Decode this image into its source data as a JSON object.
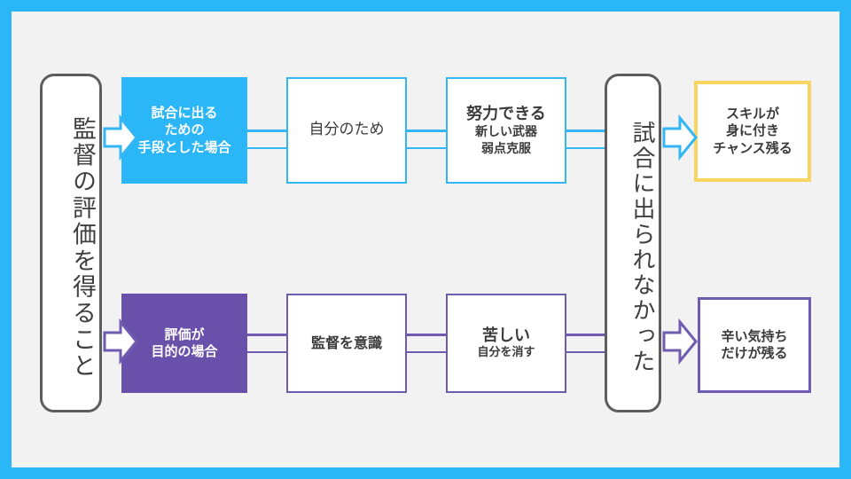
{
  "diagram": {
    "title": "監督の評価を得ること 2分岐フロー図",
    "frame_color": "#2bb6f7",
    "canvas_color": "#f2f2f2",
    "accent_blue": "#2bb6f7",
    "accent_purple": "#6950aa",
    "accent_gold": "#f8d561",
    "neutral_border": "#5d5d5d",
    "text_color": "#3b3b3b"
  },
  "start": {
    "label": "監督の評価を得ること",
    "orientation": "vertical"
  },
  "converge": {
    "label": "試合に出られなかった",
    "orientation": "vertical"
  },
  "branches": [
    {
      "name": "positive-branch",
      "color": "#2bb6f7",
      "steps": [
        {
          "name": "condition",
          "primary": "試合に出る",
          "secondary": "ための",
          "tertiary": "手段とした場合"
        },
        {
          "name": "motive",
          "primary": "自分のため",
          "secondary": "",
          "tertiary": ""
        },
        {
          "name": "behavior",
          "primary": "努力できる",
          "secondary": "新しい武器",
          "tertiary": "弱点克服"
        }
      ],
      "outcome": {
        "name": "positive-outcome",
        "primary": "スキルが",
        "secondary": "身に付き",
        "tertiary": "チャンス残る"
      }
    },
    {
      "name": "negative-branch",
      "color": "#6950aa",
      "steps": [
        {
          "name": "condition",
          "primary": "評価が",
          "secondary": "目的の場合",
          "tertiary": ""
        },
        {
          "name": "motive",
          "primary": "監督を意識",
          "secondary": "",
          "tertiary": ""
        },
        {
          "name": "behavior",
          "primary": "苦しい",
          "secondary": "自分を消す",
          "tertiary": ""
        }
      ],
      "outcome": {
        "name": "negative-outcome",
        "primary": "辛い気持ち",
        "secondary": "だけが残る",
        "tertiary": ""
      }
    }
  ],
  "arrows": [
    {
      "name": "arrow-start-to-positive",
      "color": "#35b6f4"
    },
    {
      "name": "arrow-start-to-negative",
      "color": "#6f5bb0"
    },
    {
      "name": "arrow-converge-to-positive-outcome",
      "color": "#35b6f4"
    },
    {
      "name": "arrow-converge-to-negative-outcome",
      "color": "#6f5bb0"
    }
  ]
}
